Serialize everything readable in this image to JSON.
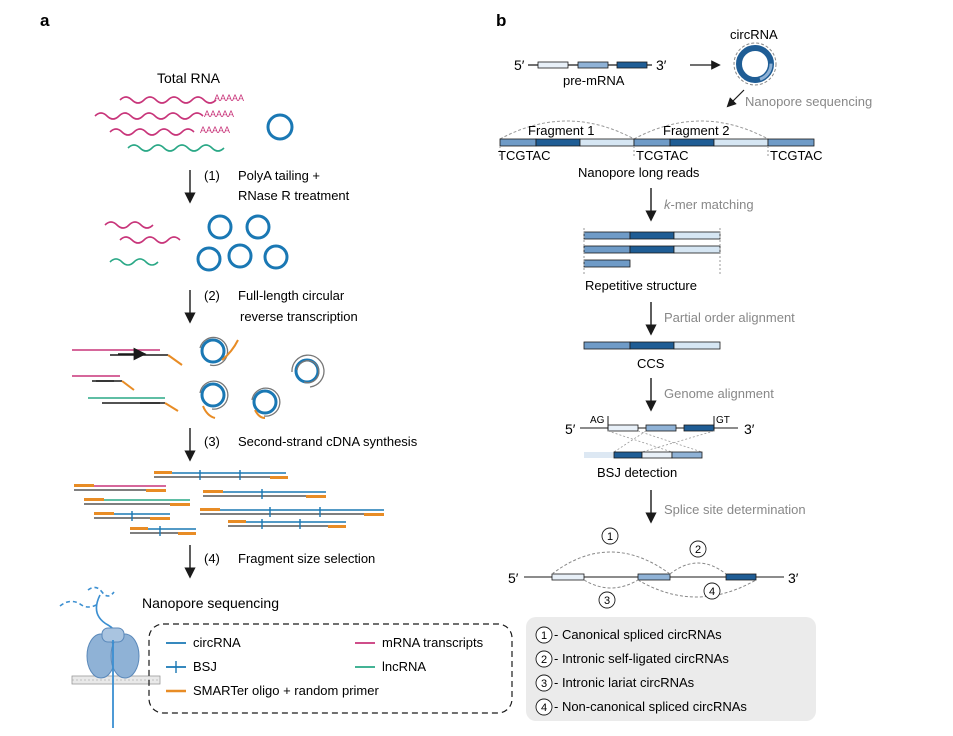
{
  "panel_a": {
    "label": "a",
    "total_rna": "Total RNA",
    "polya": "AAAAA",
    "step1_num": "(1)",
    "step1_line1": "PolyA tailing +",
    "step1_line2": "RNase R treatment",
    "step2_num": "(2)",
    "step2_line1": "Full-length circular",
    "step2_line2": "reverse transcription",
    "step3_num": "(3)",
    "step3_text": "Second-strand cDNA synthesis",
    "step4_num": "(4)",
    "step4_text": "Fragment size selection",
    "nanopore": "Nanopore sequencing"
  },
  "legend": {
    "circrna": "circRNA",
    "mrna": "mRNA transcripts",
    "bsj": "BSJ",
    "lncrna": "lncRNA",
    "smarter": "SMARTer oligo + random primer"
  },
  "panel_b": {
    "label": "b",
    "circrna": "circRNA",
    "five_prime": "5′",
    "three_prime": "3′",
    "pre_mrna": "pre-mRNA",
    "nanopore_seq": "Nanopore sequencing",
    "fragment1": "Fragment 1",
    "fragment2": "Fragment 2",
    "motif": "TCGTAC",
    "long_reads": "Nanopore long reads",
    "kmer_italic": "k",
    "kmer_rest": "-mer matching",
    "repetitive": "Repetitive structure",
    "poa": "Partial order alignment",
    "ccs": "CCS",
    "genome_align": "Genome alignment",
    "ag": "AG",
    "gt": "GT",
    "bsj_detect": "BSJ detection",
    "splice_site": "Splice site determination",
    "n1": "1",
    "n2": "2",
    "n3": "3",
    "n4": "4"
  },
  "key": [
    {
      "num": "1",
      "text": "- Canonical spliced circRNAs"
    },
    {
      "num": "2",
      "text": "- Intronic self-ligated circRNAs"
    },
    {
      "num": "3",
      "text": "- Intronic lariat circRNAs"
    },
    {
      "num": "4",
      "text": "- Non-canonical spliced circRNAs"
    }
  ],
  "colors": {
    "circ_blue": "#1a78b4",
    "exon_dark": "#1f5d95",
    "exon_light": "#d6e6f3",
    "mrna_pink": "#c8357a",
    "lnc_green": "#2aa886",
    "primer_orange": "#e88c25",
    "grey_text": "#888888"
  }
}
